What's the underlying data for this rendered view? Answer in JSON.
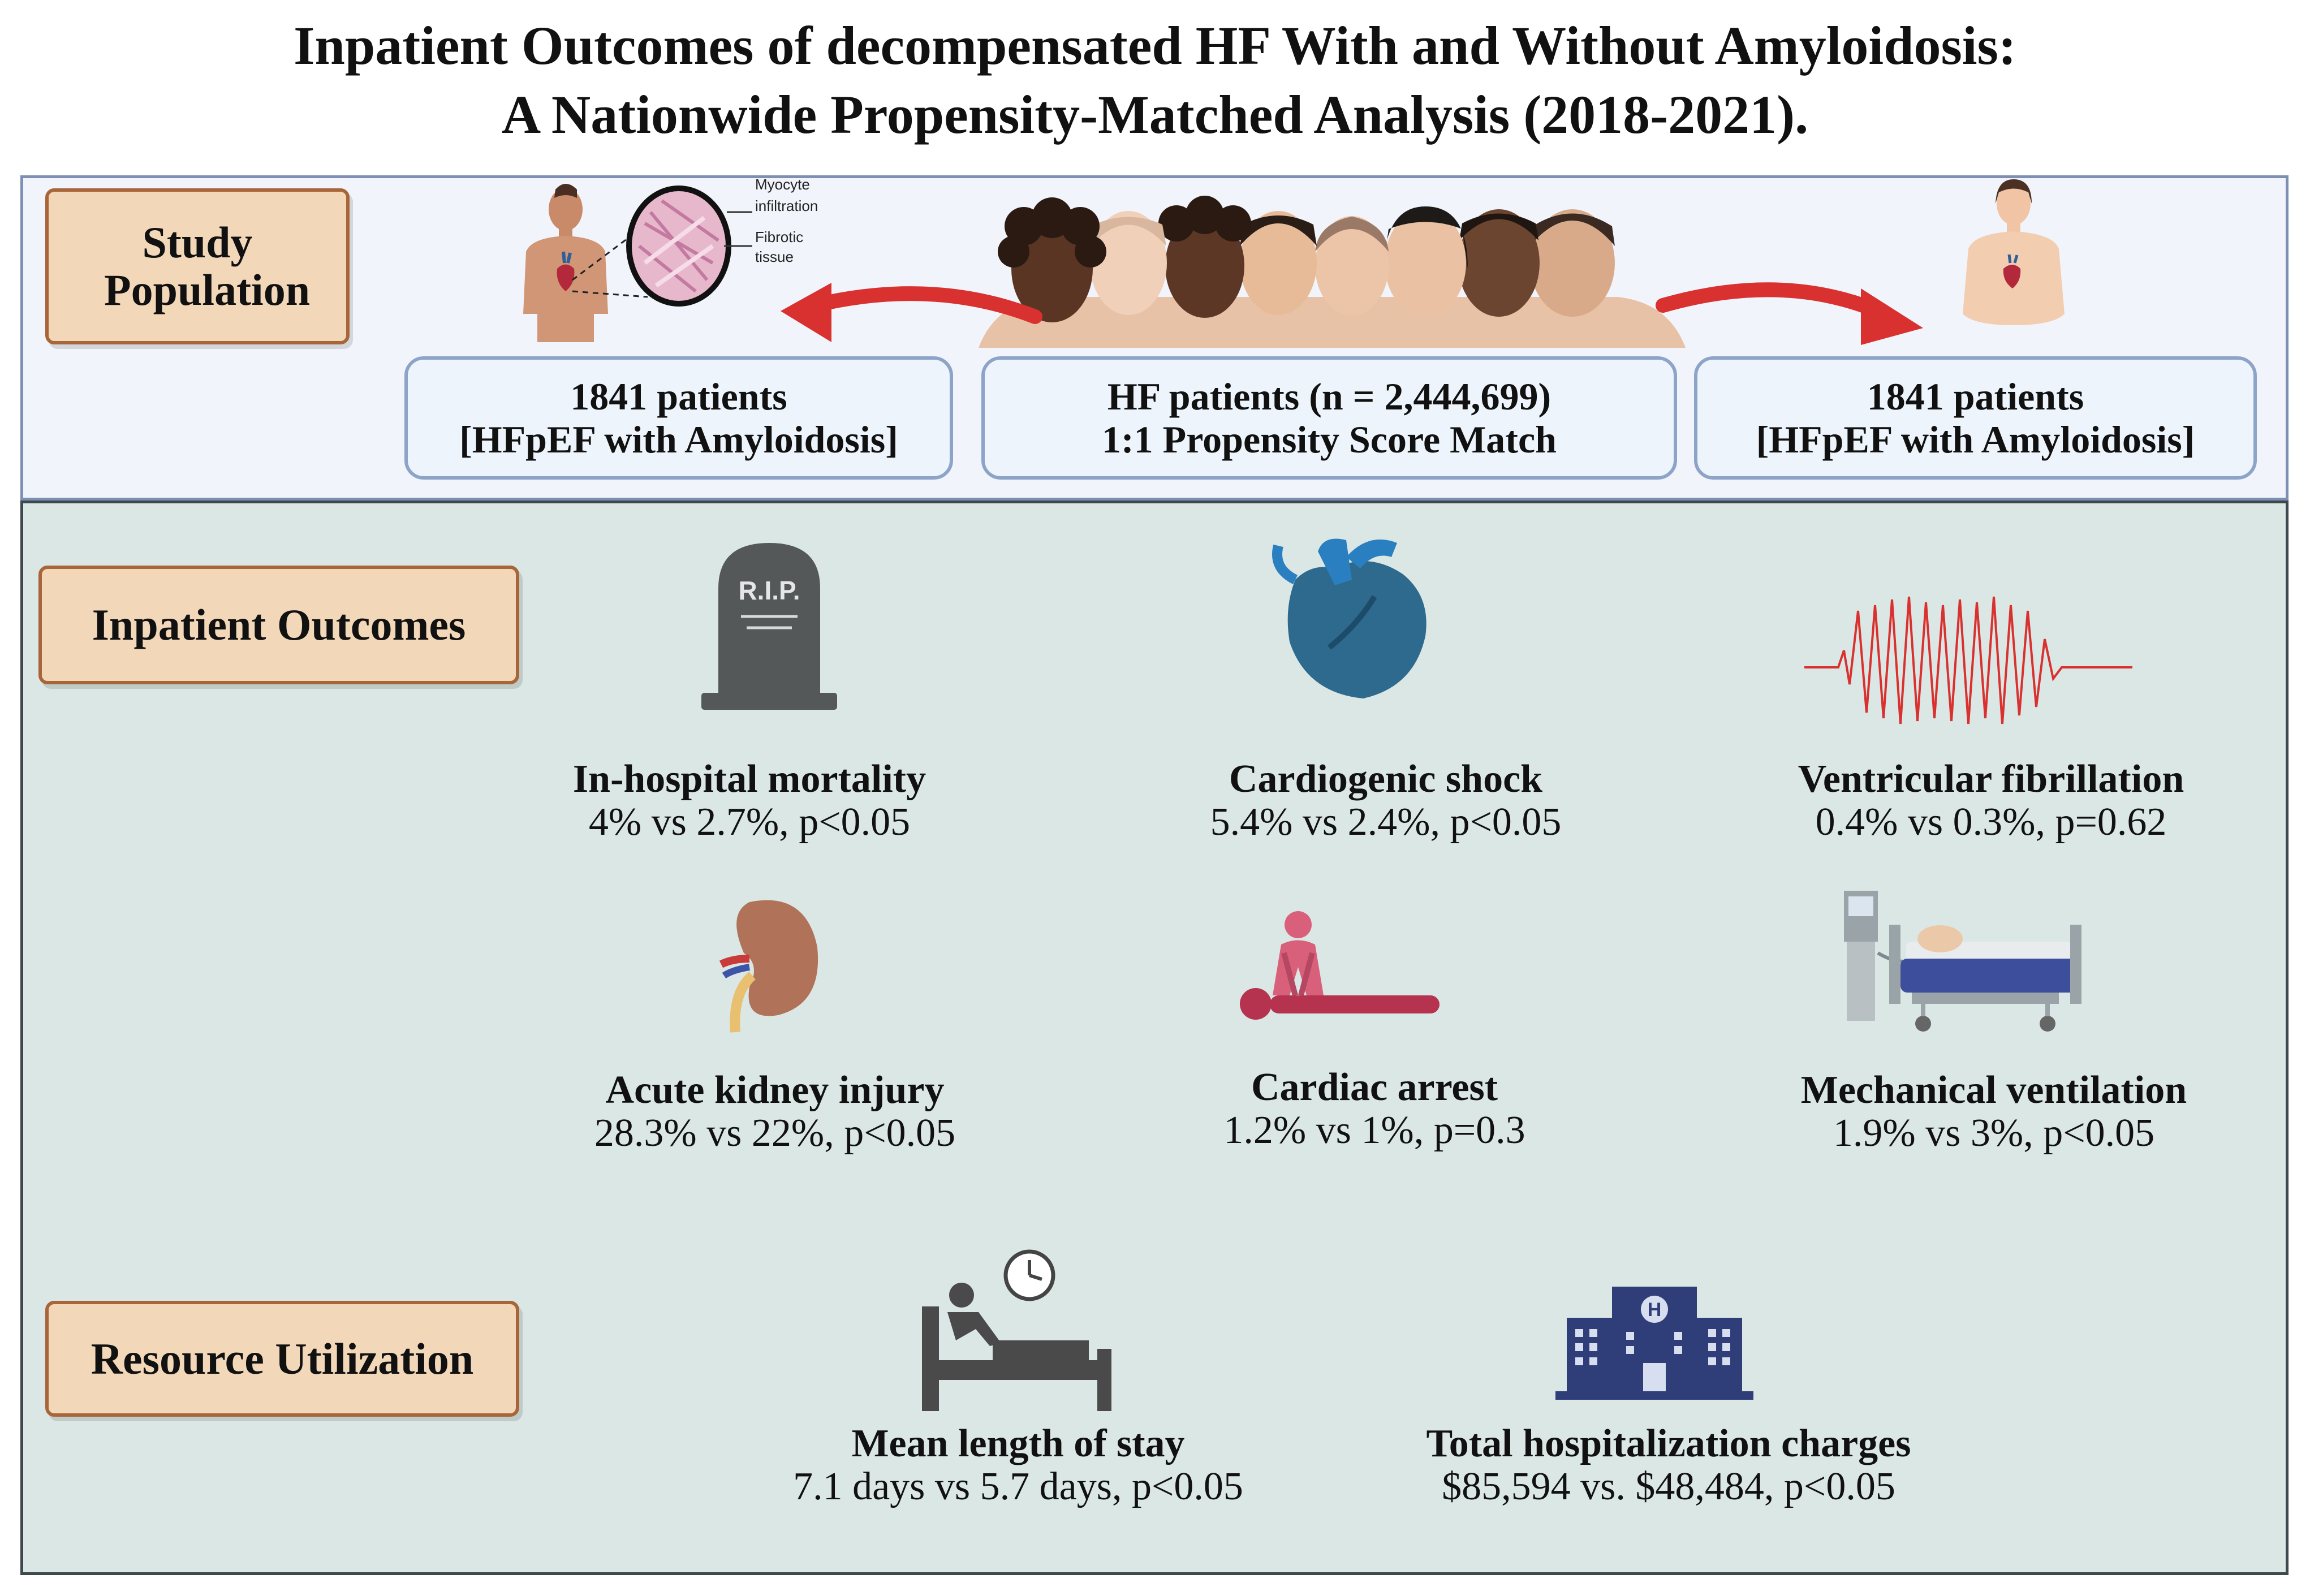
{
  "title": {
    "line1": "Inpatient Outcomes of decompensated HF With and Without Amyloidosis:",
    "line2": "A Nationwide Propensity-Matched Analysis (2018-2021)."
  },
  "sections": {
    "study_population": "Study Population",
    "inpatient_outcomes": "Inpatient Outcomes",
    "resource_utilization": "Resource Utilization"
  },
  "histology_labels": {
    "myocyte": "Myocyte",
    "infiltration": "infiltration",
    "fibrotic": "Fibrotic",
    "tissue": "tissue"
  },
  "population_boxes": {
    "left": {
      "line1": "1841 patients",
      "line2": "[HFpEF with Amyloidosis]"
    },
    "center": {
      "line1": "HF patients (n = 2,444,699)",
      "line2": "1:1 Propensity Score Match"
    },
    "right": {
      "line1": "1841 patients",
      "line2": "[HFpEF with Amyloidosis]"
    }
  },
  "tombstone_text": "R.I.P.",
  "outcomes": [
    {
      "name": "In-hospital mortality",
      "value": "4% vs 2.7%, p<0.05",
      "icon": "tombstone-icon"
    },
    {
      "name": "Cardiogenic shock",
      "value": "5.4% vs 2.4%, p<0.05",
      "icon": "heart-icon"
    },
    {
      "name": "Ventricular fibrillation",
      "value": "0.4% vs 0.3%, p=0.62",
      "icon": "ecg-fibrillation-icon"
    },
    {
      "name": "Acute kidney injury",
      "value": "28.3% vs 22%, p<0.05",
      "icon": "kidney-icon"
    },
    {
      "name": "Cardiac arrest",
      "value": "1.2% vs 1%, p=0.3",
      "icon": "cpr-icon"
    },
    {
      "name": "Mechanical ventilation",
      "value": "1.9% vs 3%, p<0.05",
      "icon": "hospital-bed-ventilator-icon"
    }
  ],
  "resources": [
    {
      "name": "Mean length of stay",
      "value": "7.1 days vs 5.7 days, p<0.05",
      "icon": "patient-in-bed-clock-icon"
    },
    {
      "name": "Total hospitalization charges",
      "value": "$85,594 vs. $48,484, p<0.05",
      "icon": "hospital-building-icon"
    }
  ],
  "colors": {
    "top_panel_bg": "#f1f5fb",
    "bottom_panel_bg": "#dbe7e4",
    "tag_fill": "#f2d7b8",
    "tag_border": "#a8653a",
    "arrow_red": "#d9312f",
    "heart_blue": "#2e6a8e",
    "kidney_brown": "#b07258",
    "cpr_pink": "#d9607a",
    "hospital_navy": "#2f3e78"
  }
}
